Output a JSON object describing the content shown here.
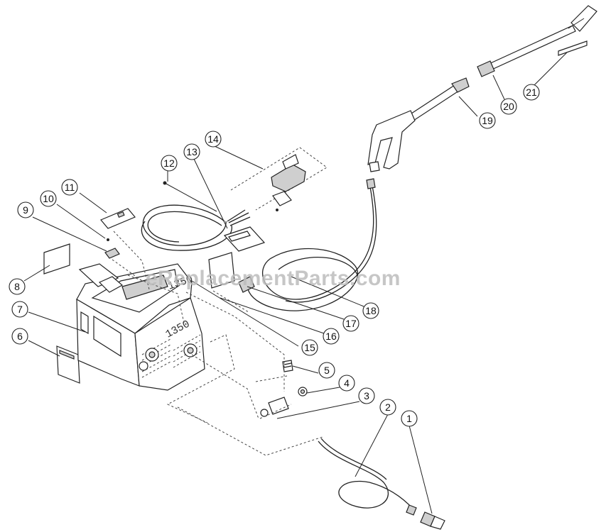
{
  "watermark": "eReplacementParts.com",
  "model_labels": [
    "1350",
    "1350"
  ],
  "callouts": [
    "1",
    "2",
    "3",
    "4",
    "5",
    "6",
    "7",
    "8",
    "9",
    "10",
    "11",
    "12",
    "13",
    "14",
    "15",
    "16",
    "17",
    "18",
    "19",
    "20",
    "21"
  ]
}
